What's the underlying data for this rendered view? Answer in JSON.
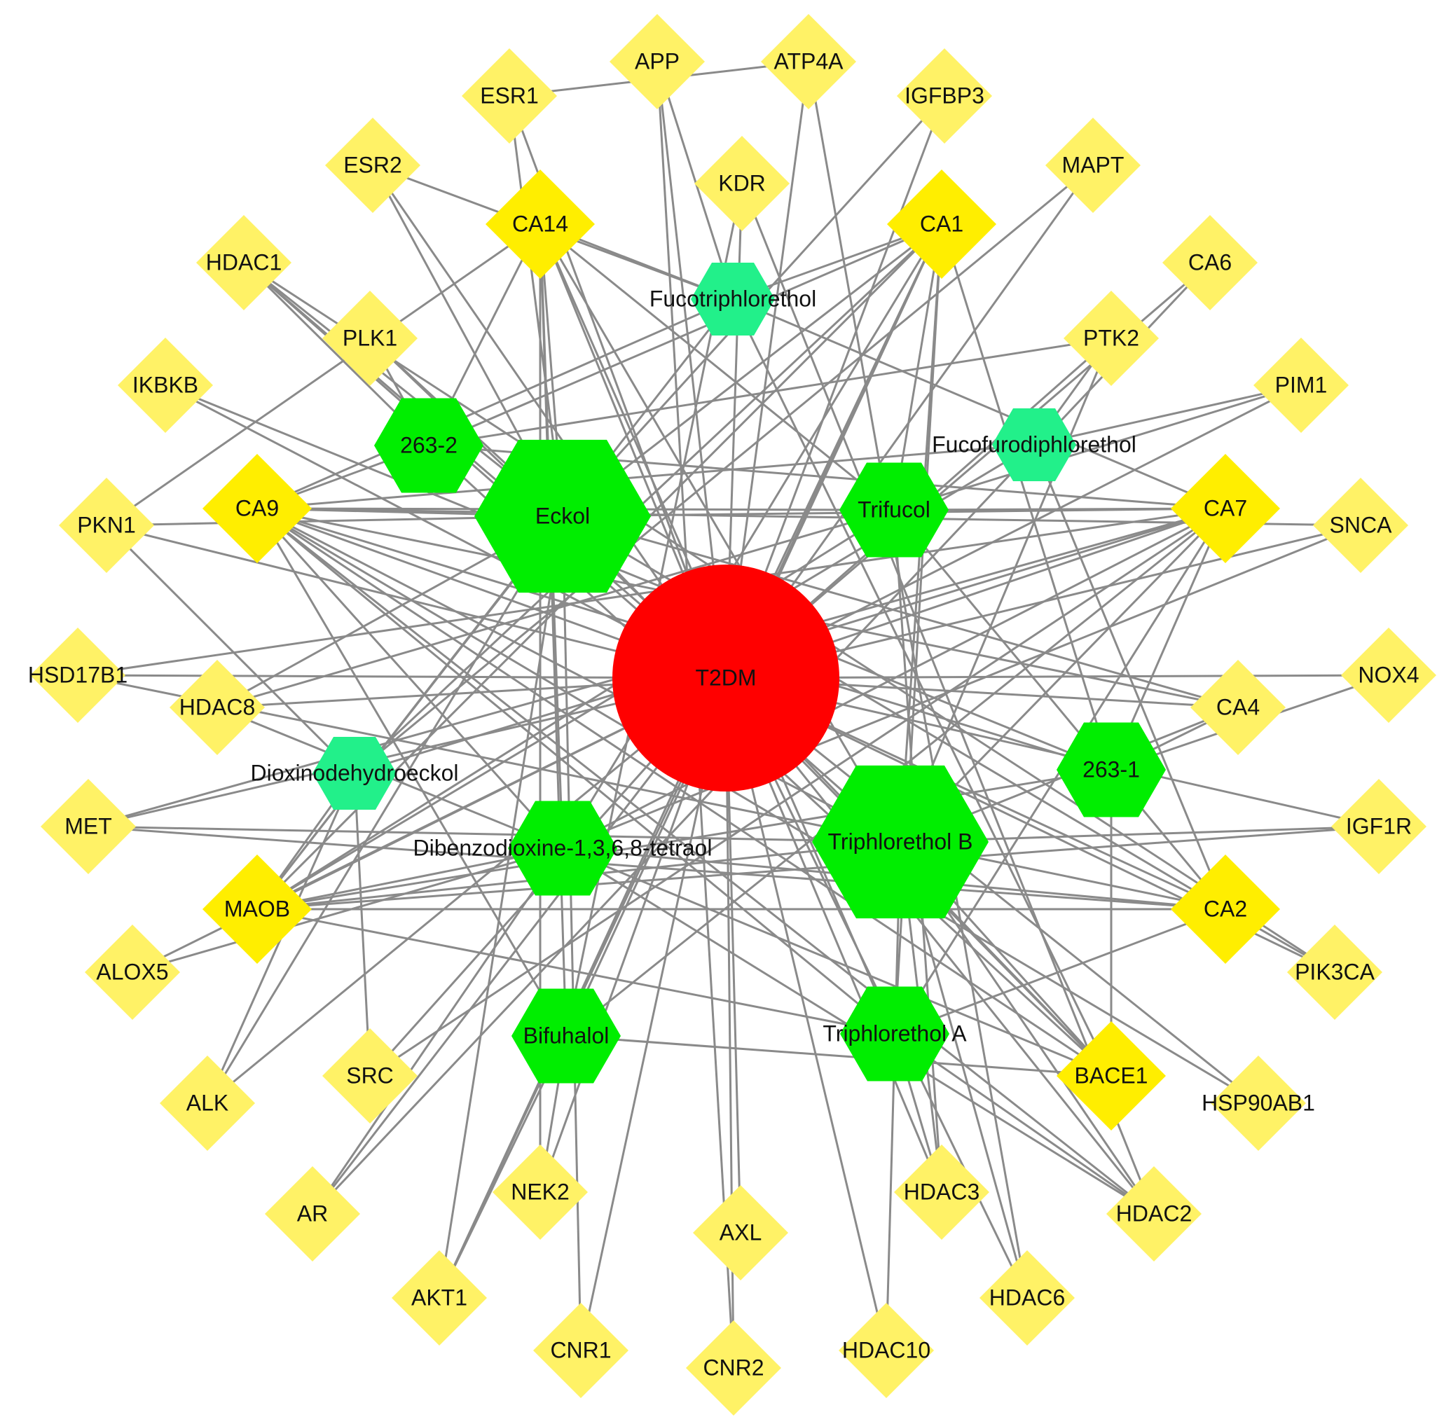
{
  "colors": {
    "center": "#ff0000",
    "compound": "#00ee00",
    "compound_light": "#22f08a",
    "target_strong": "#ffee00",
    "target": "#fff266",
    "edge": "#8a8a8a",
    "background": "#ffffff"
  },
  "center": {
    "id": "T2DM",
    "label": "T2DM"
  },
  "compounds": [
    {
      "id": "Eckol",
      "label": "Eckol",
      "tier": "large"
    },
    {
      "id": "TriphloretholB",
      "label": "Triphlorethol B",
      "tier": "large"
    },
    {
      "id": "263-2",
      "label": "263-2",
      "tier": "medium"
    },
    {
      "id": "Trifucol",
      "label": "Trifucol",
      "tier": "medium"
    },
    {
      "id": "263-1",
      "label": "263-1",
      "tier": "medium"
    },
    {
      "id": "Dibenzo",
      "label": "Dibenzodioxine-1,3,6,8-tetraol",
      "tier": "medium"
    },
    {
      "id": "Bifuhalol",
      "label": "Bifuhalol",
      "tier": "medium"
    },
    {
      "id": "TriphloretholA",
      "label": "Triphlorethol A",
      "tier": "medium"
    },
    {
      "id": "Fucotri",
      "label": "Fucotriphlorethol",
      "tier": "small"
    },
    {
      "id": "Fucofuro",
      "label": "Fucofurodiphlorethol",
      "tier": "small"
    },
    {
      "id": "Dioxino",
      "label": "Dioxinodehydroeckol",
      "tier": "small"
    }
  ],
  "targets": [
    {
      "id": "APP",
      "label": "APP",
      "strong": false
    },
    {
      "id": "ATP4A",
      "label": "ATP4A",
      "strong": false
    },
    {
      "id": "ESR1",
      "label": "ESR1",
      "strong": false
    },
    {
      "id": "IGFBP3",
      "label": "IGFBP3",
      "strong": false
    },
    {
      "id": "ESR2",
      "label": "ESR2",
      "strong": false
    },
    {
      "id": "KDR",
      "label": "KDR",
      "strong": false
    },
    {
      "id": "MAPT",
      "label": "MAPT",
      "strong": false
    },
    {
      "id": "CA14",
      "label": "CA14",
      "strong": true
    },
    {
      "id": "CA1",
      "label": "CA1",
      "strong": true
    },
    {
      "id": "HDAC1",
      "label": "HDAC1",
      "strong": false
    },
    {
      "id": "CA6",
      "label": "CA6",
      "strong": false
    },
    {
      "id": "PLK1",
      "label": "PLK1",
      "strong": false
    },
    {
      "id": "PTK2",
      "label": "PTK2",
      "strong": false
    },
    {
      "id": "IKBKB",
      "label": "IKBKB",
      "strong": false
    },
    {
      "id": "PIM1",
      "label": "PIM1",
      "strong": false
    },
    {
      "id": "CA9",
      "label": "CA9",
      "strong": true
    },
    {
      "id": "CA7",
      "label": "CA7",
      "strong": true
    },
    {
      "id": "PKN1",
      "label": "PKN1",
      "strong": false
    },
    {
      "id": "SNCA",
      "label": "SNCA",
      "strong": false
    },
    {
      "id": "HSD17B1",
      "label": "HSD17B1",
      "strong": false
    },
    {
      "id": "NOX4",
      "label": "NOX4",
      "strong": false
    },
    {
      "id": "HDAC8",
      "label": "HDAC8",
      "strong": false
    },
    {
      "id": "CA4",
      "label": "CA4",
      "strong": false
    },
    {
      "id": "MET",
      "label": "MET",
      "strong": false
    },
    {
      "id": "IGF1R",
      "label": "IGF1R",
      "strong": false
    },
    {
      "id": "MAOB",
      "label": "MAOB",
      "strong": true
    },
    {
      "id": "CA2",
      "label": "CA2",
      "strong": true
    },
    {
      "id": "ALOX5",
      "label": "ALOX5",
      "strong": false
    },
    {
      "id": "PIK3CA",
      "label": "PIK3CA",
      "strong": false
    },
    {
      "id": "ALK",
      "label": "ALK",
      "strong": false
    },
    {
      "id": "SRC",
      "label": "SRC",
      "strong": false
    },
    {
      "id": "BACE1",
      "label": "BACE1",
      "strong": true
    },
    {
      "id": "HSP90AB1",
      "label": "HSP90AB1",
      "strong": false
    },
    {
      "id": "NEK2",
      "label": "NEK2",
      "strong": false
    },
    {
      "id": "AR",
      "label": "AR",
      "strong": false
    },
    {
      "id": "AXL",
      "label": "AXL",
      "strong": false
    },
    {
      "id": "HDAC3",
      "label": "HDAC3",
      "strong": false
    },
    {
      "id": "HDAC2",
      "label": "HDAC2",
      "strong": false
    },
    {
      "id": "AKT1",
      "label": "AKT1",
      "strong": false
    },
    {
      "id": "HDAC6",
      "label": "HDAC6",
      "strong": false
    },
    {
      "id": "CNR1",
      "label": "CNR1",
      "strong": false
    },
    {
      "id": "CNR2",
      "label": "CNR2",
      "strong": false
    },
    {
      "id": "HDAC10",
      "label": "HDAC10",
      "strong": false
    }
  ],
  "edges": [
    [
      "T2DM",
      "APP"
    ],
    [
      "T2DM",
      "ATP4A"
    ],
    [
      "T2DM",
      "ESR1"
    ],
    [
      "T2DM",
      "ESR2"
    ],
    [
      "T2DM",
      "KDR"
    ],
    [
      "T2DM",
      "IGFBP3"
    ],
    [
      "T2DM",
      "MAPT"
    ],
    [
      "T2DM",
      "CA14"
    ],
    [
      "T2DM",
      "CA1"
    ],
    [
      "T2DM",
      "HDAC1"
    ],
    [
      "T2DM",
      "CA6"
    ],
    [
      "T2DM",
      "PLK1"
    ],
    [
      "T2DM",
      "PTK2"
    ],
    [
      "T2DM",
      "IKBKB"
    ],
    [
      "T2DM",
      "PIM1"
    ],
    [
      "T2DM",
      "CA9"
    ],
    [
      "T2DM",
      "CA7"
    ],
    [
      "T2DM",
      "PKN1"
    ],
    [
      "T2DM",
      "SNCA"
    ],
    [
      "T2DM",
      "HSD17B1"
    ],
    [
      "T2DM",
      "NOX4"
    ],
    [
      "T2DM",
      "HDAC8"
    ],
    [
      "T2DM",
      "CA4"
    ],
    [
      "T2DM",
      "MET"
    ],
    [
      "T2DM",
      "IGF1R"
    ],
    [
      "T2DM",
      "MAOB"
    ],
    [
      "T2DM",
      "CA2"
    ],
    [
      "T2DM",
      "ALOX5"
    ],
    [
      "T2DM",
      "PIK3CA"
    ],
    [
      "T2DM",
      "ALK"
    ],
    [
      "T2DM",
      "SRC"
    ],
    [
      "T2DM",
      "BACE1"
    ],
    [
      "T2DM",
      "HSP90AB1"
    ],
    [
      "T2DM",
      "NEK2"
    ],
    [
      "T2DM",
      "AR"
    ],
    [
      "T2DM",
      "AXL"
    ],
    [
      "T2DM",
      "HDAC3"
    ],
    [
      "T2DM",
      "HDAC2"
    ],
    [
      "T2DM",
      "AKT1"
    ],
    [
      "T2DM",
      "HDAC6"
    ],
    [
      "T2DM",
      "CNR1"
    ],
    [
      "T2DM",
      "CNR2"
    ],
    [
      "T2DM",
      "HDAC10"
    ],
    [
      "Eckol",
      "ESR1"
    ],
    [
      "Eckol",
      "ESR2"
    ],
    [
      "Eckol",
      "CA14"
    ],
    [
      "Eckol",
      "CA1"
    ],
    [
      "Eckol",
      "HDAC1"
    ],
    [
      "Eckol",
      "PLK1"
    ],
    [
      "Eckol",
      "CA9"
    ],
    [
      "Eckol",
      "CA7"
    ],
    [
      "Eckol",
      "PKN1"
    ],
    [
      "Eckol",
      "MAOB"
    ],
    [
      "Eckol",
      "CA2"
    ],
    [
      "Eckol",
      "CA4"
    ],
    [
      "Eckol",
      "ALK"
    ],
    [
      "Eckol",
      "BACE1"
    ],
    [
      "Eckol",
      "AKT1"
    ],
    [
      "Eckol",
      "CNR1"
    ],
    [
      "Eckol",
      "IGFBP3"
    ],
    [
      "Eckol",
      "HDAC8"
    ],
    [
      "TriphloretholB",
      "CA1"
    ],
    [
      "TriphloretholB",
      "CA14"
    ],
    [
      "TriphloretholB",
      "CA7"
    ],
    [
      "TriphloretholB",
      "CA9"
    ],
    [
      "TriphloretholB",
      "CA2"
    ],
    [
      "TriphloretholB",
      "CA4"
    ],
    [
      "TriphloretholB",
      "MAOB"
    ],
    [
      "TriphloretholB",
      "BACE1"
    ],
    [
      "TriphloretholB",
      "HDAC2"
    ],
    [
      "TriphloretholB",
      "HDAC3"
    ],
    [
      "TriphloretholB",
      "HDAC6"
    ],
    [
      "TriphloretholB",
      "HDAC10"
    ],
    [
      "TriphloretholB",
      "HDAC1"
    ],
    [
      "TriphloretholB",
      "MET"
    ],
    [
      "TriphloretholB",
      "PTK2"
    ],
    [
      "TriphloretholB",
      "IGF1R"
    ],
    [
      "TriphloretholB",
      "HSD17B1"
    ],
    [
      "263-2",
      "CA14"
    ],
    [
      "263-2",
      "CA9"
    ],
    [
      "263-2",
      "HDAC1"
    ],
    [
      "263-2",
      "PLK1"
    ],
    [
      "263-2",
      "CA7"
    ],
    [
      "263-2",
      "CA1"
    ],
    [
      "263-2",
      "PTK2"
    ],
    [
      "263-2",
      "BACE1"
    ],
    [
      "Trifucol",
      "CA1"
    ],
    [
      "Trifucol",
      "CA9"
    ],
    [
      "Trifucol",
      "CA7"
    ],
    [
      "Trifucol",
      "CA14"
    ],
    [
      "Trifucol",
      "MAOB"
    ],
    [
      "Trifucol",
      "CA2"
    ],
    [
      "Trifucol",
      "HDAC3"
    ],
    [
      "Trifucol",
      "PIM1"
    ],
    [
      "Trifucol",
      "HDAC8"
    ],
    [
      "263-1",
      "CA1"
    ],
    [
      "263-1",
      "CA7"
    ],
    [
      "263-1",
      "CA9"
    ],
    [
      "263-1",
      "CA4"
    ],
    [
      "263-1",
      "BACE1"
    ],
    [
      "263-1",
      "NOX4"
    ],
    [
      "263-1",
      "MAOB"
    ],
    [
      "263-1",
      "IKBKB"
    ],
    [
      "Dibenzo",
      "CA1"
    ],
    [
      "Dibenzo",
      "CA14"
    ],
    [
      "Dibenzo",
      "CA9"
    ],
    [
      "Dibenzo",
      "CA7"
    ],
    [
      "Dibenzo",
      "CA2"
    ],
    [
      "Dibenzo",
      "MAOB"
    ],
    [
      "Dibenzo",
      "HDAC8"
    ],
    [
      "Dibenzo",
      "BACE1"
    ],
    [
      "Dibenzo",
      "HDAC2"
    ],
    [
      "Dibenzo",
      "SNCA"
    ],
    [
      "Dibenzo",
      "AR"
    ],
    [
      "Dibenzo",
      "ALOX5"
    ],
    [
      "Bifuhalol",
      "CA14"
    ],
    [
      "Bifuhalol",
      "CA1"
    ],
    [
      "Bifuhalol",
      "CA7"
    ],
    [
      "Bifuhalol",
      "CA9"
    ],
    [
      "Bifuhalol",
      "BACE1"
    ],
    [
      "Bifuhalol",
      "NEK2"
    ],
    [
      "Bifuhalol",
      "AKT1"
    ],
    [
      "Bifuhalol",
      "KDR"
    ],
    [
      "TriphloretholA",
      "CA9"
    ],
    [
      "TriphloretholA",
      "CA14"
    ],
    [
      "TriphloretholA",
      "CA7"
    ],
    [
      "TriphloretholA",
      "CA1"
    ],
    [
      "TriphloretholA",
      "MAOB"
    ],
    [
      "TriphloretholA",
      "CA2"
    ],
    [
      "TriphloretholA",
      "HDAC3"
    ],
    [
      "TriphloretholA",
      "HDAC2"
    ],
    [
      "Fucotri",
      "CA1"
    ],
    [
      "Fucotri",
      "CA9"
    ],
    [
      "Fucotri",
      "CA14"
    ],
    [
      "Fucotri",
      "CA7"
    ],
    [
      "Fucotri",
      "MAOB"
    ],
    [
      "Fucotri",
      "BACE1"
    ],
    [
      "Fucotri",
      "APP"
    ],
    [
      "Fucotri",
      "ESR2"
    ],
    [
      "Fucofuro",
      "PIM1"
    ],
    [
      "Fucofuro",
      "CA9"
    ],
    [
      "Fucofuro",
      "MAOB"
    ],
    [
      "Fucofuro",
      "PTK2"
    ],
    [
      "Fucofuro",
      "CA2"
    ],
    [
      "Dioxino",
      "PKN1"
    ],
    [
      "Dioxino",
      "SRC"
    ],
    [
      "Dioxino",
      "CA1"
    ],
    [
      "Dioxino",
      "MAOB"
    ],
    [
      "Dioxino",
      "CA7"
    ],
    [
      "Dioxino",
      "MAPT"
    ],
    [
      "Dioxino",
      "ALK"
    ],
    [
      "CA14",
      "PKN1"
    ],
    [
      "CA9",
      "CA4"
    ],
    [
      "CA9",
      "SNCA"
    ],
    [
      "CA9",
      "HSP90AB1"
    ],
    [
      "CA9",
      "HDAC2"
    ],
    [
      "CA9",
      "BACE1"
    ],
    [
      "CA7",
      "HSD17B1"
    ],
    [
      "CA7",
      "MET"
    ],
    [
      "CA7",
      "SRC"
    ],
    [
      "CA2",
      "MAOB"
    ],
    [
      "CA2",
      "MET"
    ],
    [
      "CA2",
      "PIK3CA"
    ],
    [
      "CA1",
      "MAOB"
    ],
    [
      "CA1",
      "AKT1"
    ],
    [
      "MAOB",
      "IGF1R"
    ],
    [
      "ESR1",
      "ATP4A"
    ],
    [
      "HDAC1",
      "PIK3CA"
    ],
    [
      "ATP4A",
      "HDAC6"
    ],
    [
      "CA6",
      "AR"
    ],
    [
      "CA14",
      "NEK2"
    ],
    [
      "KDR",
      "HDAC2"
    ],
    [
      "APP",
      "CNR2"
    ]
  ]
}
